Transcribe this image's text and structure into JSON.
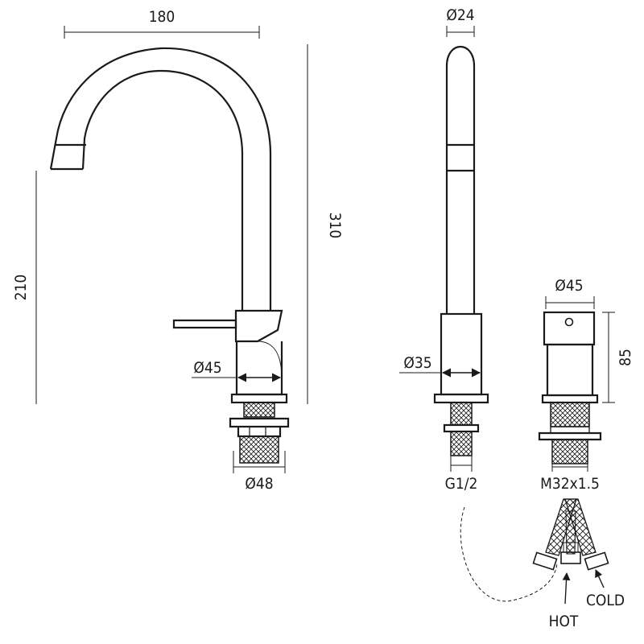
{
  "dimensions": {
    "spout_reach": "180",
    "spout_height": "210",
    "total_height": "310",
    "body_diameter_front": "Ø45",
    "base_diameter": "Ø48",
    "spout_diameter": "Ø24",
    "body_diameter_side": "Ø35",
    "connection_thread": "G1/2",
    "mixer_diameter": "Ø45",
    "mixer_height": "85",
    "mount_thread": "M32x1.5"
  },
  "labels": {
    "hot": "HOT",
    "cold": "COLD"
  }
}
